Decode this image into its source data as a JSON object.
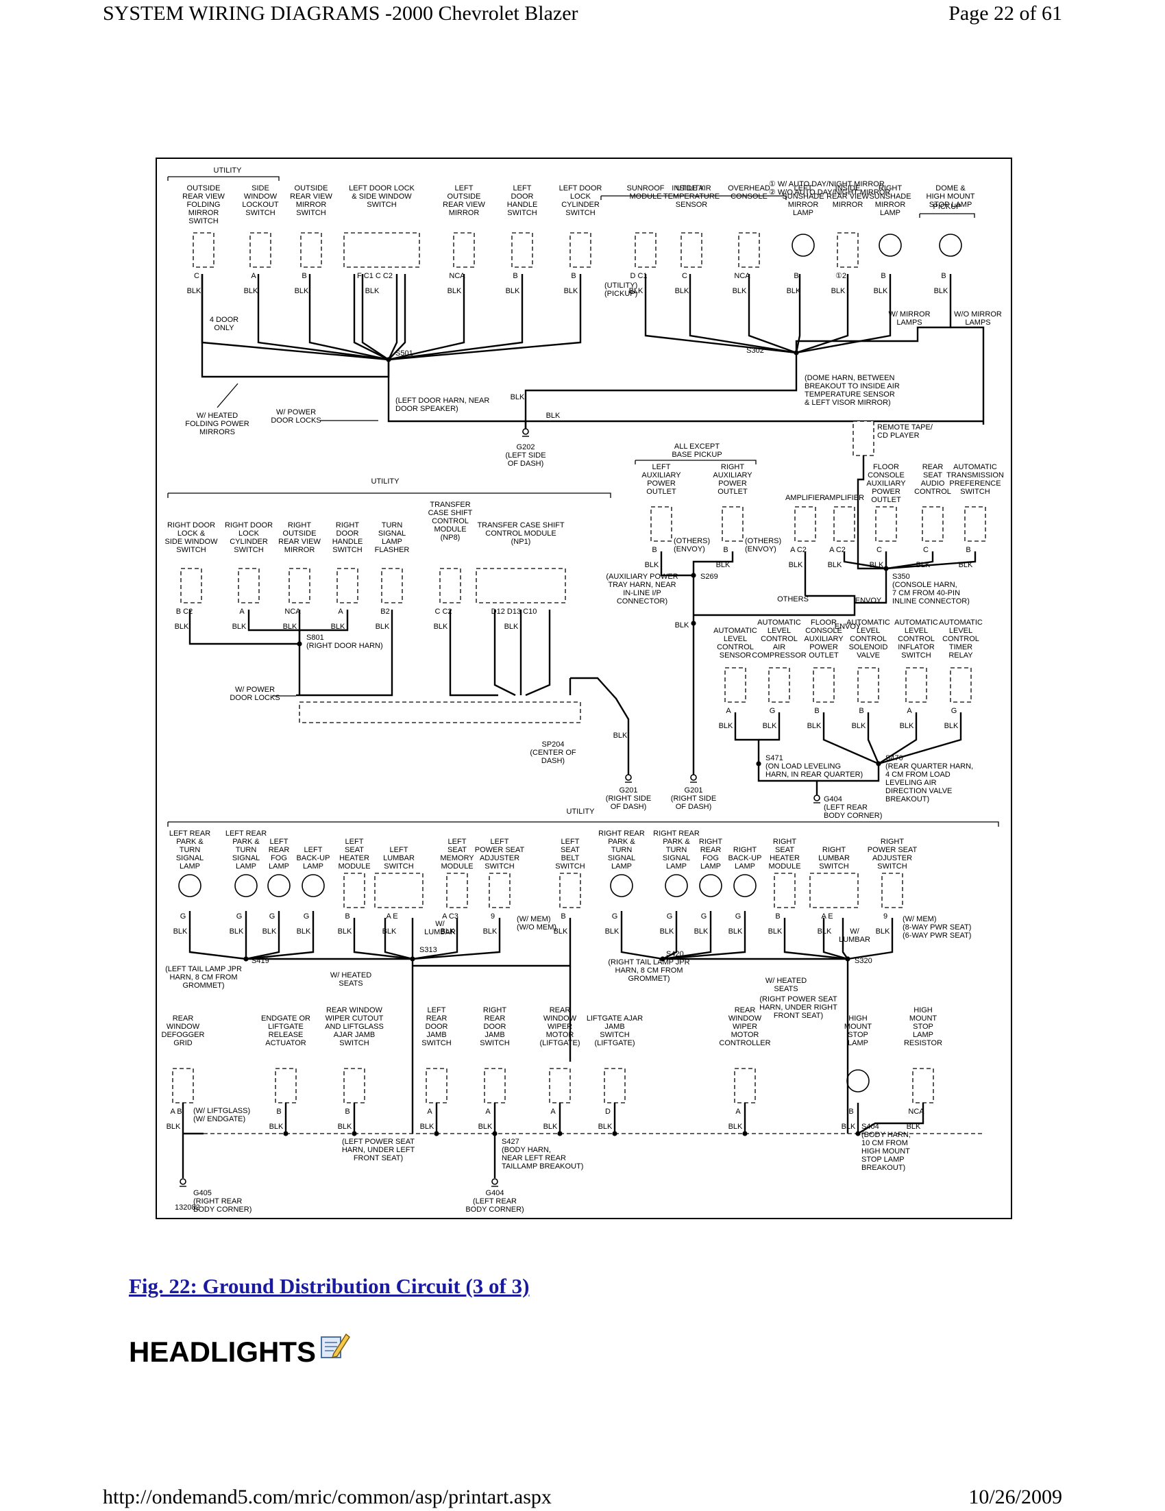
{
  "header": {
    "title": "SYSTEM WIRING DIAGRAMS -2000 Chevrolet Blazer",
    "page": "Page 22 of 61"
  },
  "footer": {
    "url": "http://ondemand5.com/mric/common/asp/printart.aspx",
    "date": "10/26/2009"
  },
  "figure": {
    "caption": "Fig. 22: Ground Distribution Circuit (3 of 3)",
    "id": "132082"
  },
  "section": {
    "title": "HEADLIGHTS",
    "icon": "note-pencil-icon"
  },
  "diagram": {
    "legend": [
      "① W/ AUTO DAY/NIGHT MIRROR",
      "② W/O AUTO DAY/NIGHT MIRROR"
    ],
    "utility_labels": [
      "UTILITY",
      "UTILITY",
      "UTILITY",
      "UTILITY"
    ],
    "pickup": "PICKUP",
    "wire_color": "BLK",
    "top_components": [
      {
        "name": [
          "OUTSIDE",
          "REAR VIEW",
          "FOLDING",
          "MIRROR",
          "SWITCH"
        ],
        "pin": "C"
      },
      {
        "name": [
          "SIDE",
          "WINDOW",
          "LOCKOUT",
          "SWITCH"
        ],
        "pin": "A"
      },
      {
        "name": [
          "OUTSIDE",
          "REAR VIEW",
          "MIRROR",
          "SWITCH"
        ],
        "pin": "B"
      },
      {
        "name": [
          "LEFT DOOR LOCK",
          "& SIDE WINDOW",
          "SWITCH"
        ],
        "pin": "F  C1   C  C2"
      },
      {
        "name": [
          "LEFT",
          "OUTSIDE",
          "REAR VIEW",
          "MIRROR"
        ],
        "pin": "NCA"
      },
      {
        "name": [
          "LEFT",
          "DOOR",
          "HANDLE",
          "SWITCH"
        ],
        "pin": "B"
      },
      {
        "name": [
          "LEFT DOOR",
          "LOCK",
          "CYLINDER",
          "SWITCH"
        ],
        "pin": "B"
      },
      {
        "name": [
          "SUNROOF",
          "MODULE"
        ],
        "pin": "D  C1"
      },
      {
        "name": [
          "INSIDE AIR",
          "TEMPERATURE",
          "SENSOR"
        ],
        "pin": "C"
      },
      {
        "name": [
          "OVERHEAD",
          "CONSOLE"
        ],
        "pin": "NCA"
      },
      {
        "name": [
          "LEFT",
          "SUNSHADE",
          "MIRROR",
          "LAMP"
        ],
        "pin": "B"
      },
      {
        "name": [
          "INSIDE",
          "REAR VIEW",
          "MIRROR"
        ],
        "pin": "①2"
      },
      {
        "name": [
          "RIGHT",
          "SUNSHADE",
          "MIRROR",
          "LAMP"
        ],
        "pin": "B"
      },
      {
        "name": [
          "DOME &",
          "HIGH MOUNT",
          "STOP LAMP"
        ],
        "pin": "B"
      }
    ],
    "top_notes": {
      "four_door": [
        "4 DOOR",
        "ONLY"
      ],
      "utility_pickup": [
        "(UTILITY)",
        "(PICKUP)"
      ],
      "heated": [
        "W/ HEATED",
        "FOLDING POWER",
        "MIRRORS"
      ],
      "power_locks": [
        "W/ POWER",
        "DOOR LOCKS"
      ],
      "s501": "S501",
      "s501_note": [
        "(LEFT DOOR HARN, NEAR",
        "DOOR SPEAKER)"
      ],
      "s302": "S302",
      "s302_note": [
        "(DOME HARN, BETWEEN",
        "BREAKOUT TO INSIDE AIR",
        "TEMPERATURE SENSOR",
        "& LEFT VISOR MIRROR)"
      ],
      "mirror_lamps": [
        "W/ MIRROR",
        "LAMPS"
      ],
      "wo_mirror_lamps": [
        "W/O MIRROR",
        "LAMPS"
      ],
      "g202": [
        "G202",
        "(LEFT SIDE",
        "OF DASH)"
      ]
    },
    "mid_left_components": [
      {
        "name": [
          "RIGHT DOOR",
          "LOCK &",
          "SIDE WINDOW",
          "SWITCH"
        ],
        "pin": "B  C2"
      },
      {
        "name": [
          "RIGHT DOOR",
          "LOCK",
          "CYLINDER",
          "SWITCH"
        ],
        "pin": "A"
      },
      {
        "name": [
          "RIGHT",
          "OUTSIDE",
          "REAR VIEW",
          "MIRROR"
        ],
        "pin": "NCA"
      },
      {
        "name": [
          "RIGHT",
          "DOOR",
          "HANDLE",
          "SWITCH"
        ],
        "pin": "A"
      },
      {
        "name": [
          "TURN",
          "SIGNAL",
          "LAMP",
          "FLASHER"
        ],
        "pin": "B2"
      },
      {
        "name": [
          "TRANSFER",
          "CASE SHIFT",
          "CONTROL",
          "MODULE",
          "(NP8)"
        ],
        "pin": "C  C2"
      },
      {
        "name": [
          "TRANSFER CASE SHIFT",
          "CONTROL MODULE",
          "(NP1)"
        ],
        "pin": "D12  D13  C10"
      }
    ],
    "mid_left_notes": {
      "s801": "S801",
      "s801_note": "(RIGHT DOOR HARN)",
      "power_locks": [
        "W/ POWER",
        "DOOR LOCKS"
      ],
      "sp204": [
        "SP204",
        "(CENTER OF",
        "DASH)"
      ],
      "g201_left": [
        "G201",
        "(RIGHT SIDE",
        "OF DASH)"
      ]
    },
    "mid_right_components": [
      {
        "name": [
          "LEFT",
          "AUXILIARY",
          "POWER",
          "OUTLET"
        ],
        "pin": "B"
      },
      {
        "name": [
          "RIGHT",
          "AUXILIARY",
          "POWER",
          "OUTLET"
        ],
        "pin": "B"
      },
      {
        "name": [
          "AMPLIFIER"
        ],
        "pin": "A  C2"
      },
      {
        "name": [
          "AMPLIFIER"
        ],
        "pin": "A  C2"
      },
      {
        "name": [
          "FLOOR",
          "CONSOLE",
          "AUXILIARY",
          "POWER",
          "OUTLET"
        ],
        "pin": "C"
      },
      {
        "name": [
          "REAR",
          "SEAT",
          "AUDIO",
          "CONTROL"
        ],
        "pin": "C"
      },
      {
        "name": [
          "AUTOMATIC",
          "TRANSMISSION",
          "PREFERENCE",
          "SWITCH"
        ],
        "pin": "B"
      }
    ],
    "mid_right_notes": {
      "all_except": [
        "ALL EXCEPT",
        "BASE PICKUP"
      ],
      "remote_tape": [
        "REMOTE TAPE/",
        "CD PLAYER"
      ],
      "others_envoy": [
        "(OTHERS)",
        "(ENVOY)"
      ],
      "aux_harn": [
        "(AUXILIARY POWER",
        "TRAY HARN, NEAR",
        "IN-LINE I/P",
        "CONNECTOR)"
      ],
      "s269": "S269",
      "s350": "S350",
      "s350_note": [
        "(CONSOLE HARN,",
        "7 CM FROM 40-PIN",
        "INLINE CONNECTOR)"
      ],
      "others": "OTHERS",
      "envoy": "ENVOY",
      "g201_right": [
        "G201",
        "(RIGHT SIDE",
        "OF DASH)"
      ]
    },
    "leveling_components": [
      {
        "name": [
          "AUTOMATIC",
          "LEVEL",
          "CONTROL",
          "SENSOR"
        ],
        "pin": "A"
      },
      {
        "name": [
          "AUTOMATIC",
          "LEVEL",
          "CONTROL",
          "AIR",
          "COMPRESSOR"
        ],
        "pin": "G"
      },
      {
        "name": [
          "FLOOR",
          "CONSOLE",
          "AUXILIARY",
          "POWER",
          "OUTLET"
        ],
        "pin": "B"
      },
      {
        "name": [
          "AUTOMATIC",
          "LEVEL",
          "CONTROL",
          "SOLENOID",
          "VALVE"
        ],
        "pin": "B"
      },
      {
        "name": [
          "AUTOMATIC",
          "LEVEL",
          "CONTROL",
          "INFLATOR",
          "SWITCH"
        ],
        "pin": "A"
      },
      {
        "name": [
          "AUTOMATIC",
          "LEVEL",
          "CONTROL",
          "TIMER",
          "RELAY"
        ],
        "pin": "G"
      }
    ],
    "leveling_notes": {
      "s471": "S471",
      "s471_note": [
        "(ON LOAD LEVELING",
        "HARN, IN REAR QUARTER)"
      ],
      "s470": "S470",
      "s470_note": [
        "(REAR QUARTER HARN,",
        "4 CM FROM LOAD",
        "LEVELING AIR",
        "DIRECTION VALVE",
        "BREAKOUT)"
      ],
      "g404": [
        "G404",
        "(LEFT REAR",
        "BODY CORNER)"
      ]
    },
    "bottom_components": [
      {
        "name": [
          "LEFT REAR",
          "PARK &",
          "TURN",
          "SIGNAL",
          "LAMP"
        ],
        "pin": "G"
      },
      {
        "name": [
          "LEFT REAR",
          "PARK &",
          "TURN",
          "SIGNAL",
          "LAMP"
        ],
        "pin": "G"
      },
      {
        "name": [
          "LEFT",
          "REAR",
          "FOG",
          "LAMP"
        ],
        "pin": "G"
      },
      {
        "name": [
          "LEFT",
          "BACK-UP",
          "LAMP"
        ],
        "pin": "G"
      },
      {
        "name": [
          "LEFT",
          "SEAT",
          "HEATER",
          "MODULE"
        ],
        "pin": "B"
      },
      {
        "name": [
          "LEFT",
          "LUMBAR",
          "SWITCH"
        ],
        "pin": "A    E"
      },
      {
        "name": [
          "LEFT",
          "SEAT",
          "MEMORY",
          "MODULE"
        ],
        "pin": "A  C3"
      },
      {
        "name": [
          "LEFT",
          "POWER SEAT",
          "ADJUSTER",
          "SWITCH"
        ],
        "pin": "9"
      },
      {
        "name": [
          "LEFT",
          "SEAT",
          "BELT",
          "SWITCH"
        ],
        "pin": "B"
      },
      {
        "name": [
          "RIGHT REAR",
          "PARK &",
          "TURN",
          "SIGNAL",
          "LAMP"
        ],
        "pin": "G"
      },
      {
        "name": [
          "RIGHT REAR",
          "PARK &",
          "TURN",
          "SIGNAL",
          "LAMP"
        ],
        "pin": "G"
      },
      {
        "name": [
          "RIGHT",
          "REAR",
          "FOG",
          "LAMP"
        ],
        "pin": "G"
      },
      {
        "name": [
          "RIGHT",
          "BACK-UP",
          "LAMP"
        ],
        "pin": "G"
      },
      {
        "name": [
          "RIGHT",
          "SEAT",
          "HEATER",
          "MODULE"
        ],
        "pin": "B"
      },
      {
        "name": [
          "RIGHT",
          "LUMBAR",
          "SWITCH"
        ],
        "pin": "A    E"
      },
      {
        "name": [
          "RIGHT",
          "POWER SEAT",
          "ADJUSTER",
          "SWITCH"
        ],
        "pin": "9"
      }
    ],
    "lower_components": [
      {
        "name": [
          "REAR",
          "WINDOW",
          "DEFOGGER",
          "GRID"
        ],
        "pin": "A  B"
      },
      {
        "name": [
          "ENDGATE OR",
          "LIFTGATE",
          "RELEASE",
          "ACTUATOR"
        ],
        "pin": "B"
      },
      {
        "name": [
          "REAR WINDOW",
          "WIPER CUTOUT",
          "AND LIFTGLASS",
          "AJAR JAMB",
          "SWITCH"
        ],
        "pin": "B"
      },
      {
        "name": [
          "LEFT",
          "REAR",
          "DOOR",
          "JAMB",
          "SWITCH"
        ],
        "pin": "A"
      },
      {
        "name": [
          "RIGHT",
          "REAR",
          "DOOR",
          "JAMB",
          "SWITCH"
        ],
        "pin": "A"
      },
      {
        "name": [
          "REAR",
          "WINDOW",
          "WIPER",
          "MOTOR",
          "(LIFTGATE)"
        ],
        "pin": "A"
      },
      {
        "name": [
          "LIFTGATE AJAR",
          "JAMB",
          "SWITCH",
          "(LIFTGATE)"
        ],
        "pin": "D"
      },
      {
        "name": [
          "REAR",
          "WINDOW",
          "WIPER",
          "MOTOR",
          "CONTROLLER"
        ],
        "pin": "A"
      },
      {
        "name": [
          "HIGH",
          "MOUNT",
          "STOP",
          "LAMP"
        ],
        "pin": "B"
      },
      {
        "name": [
          "HIGH",
          "MOUNT",
          "STOP",
          "LAMP",
          "RESISTOR"
        ],
        "pin": "NCA"
      }
    ],
    "bottom_notes": {
      "s419": "S419",
      "s419_note": [
        "(LEFT TAIL LAMP JPR",
        "HARN, 8 CM FROM",
        "GROMMET)"
      ],
      "s313": "S313",
      "heated_left": [
        "W/ HEATED",
        "SEATS"
      ],
      "lumbar_left": [
        "W/",
        "LUMBAR"
      ],
      "mem": [
        "(W/ MEM)",
        "(W/O MEM)"
      ],
      "s420": "S420",
      "s420_note": [
        "(RIGHT TAIL LAMP JPR",
        "HARN, 8 CM FROM",
        "GROMMET)"
      ],
      "heated_right": [
        "W/ HEATED",
        "SEATS"
      ],
      "right_seat_harn": [
        "(RIGHT POWER SEAT",
        "HARN, UNDER RIGHT",
        "FRONT SEAT)"
      ],
      "s320": "S320",
      "lumbar_right": [
        "W/",
        "LUMBAR"
      ],
      "pwr_seat": [
        "(W/ MEM)",
        "(8-WAY PWR SEAT)",
        "(6-WAY PWR SEAT)"
      ],
      "liftglass": [
        "(W/ LIFTGLASS)",
        "(W/ ENDGATE)"
      ],
      "left_seat_harn": [
        "(LEFT POWER SEAT",
        "HARN, UNDER LEFT",
        "FRONT SEAT)"
      ],
      "s427": "S427",
      "s427_note": [
        "(BODY HARN,",
        "NEAR LEFT REAR",
        "TAILLAMP BREAKOUT)"
      ],
      "s404": "S404",
      "s404_note": [
        "(BODY HARN,",
        "10 CM FROM",
        "HIGH MOUNT",
        "STOP LAMP",
        "BREAKOUT)"
      ],
      "g405": [
        "G405",
        "(RIGHT REAR",
        "BODY CORNER)"
      ],
      "g404": [
        "G404",
        "(LEFT REAR",
        "BODY CORNER)"
      ]
    }
  }
}
